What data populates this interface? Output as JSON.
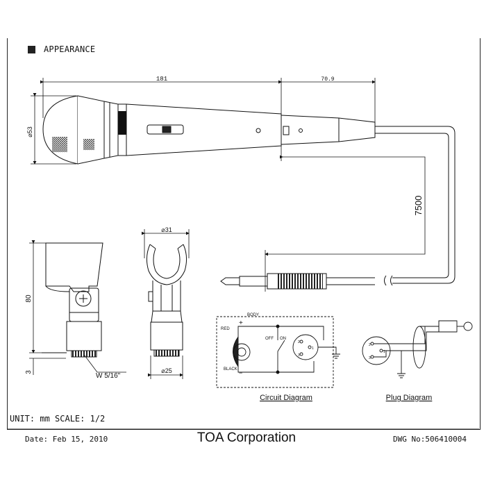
{
  "section_title": "APPEARANCE",
  "dimensions": {
    "overall_length": "181",
    "cable_plug_length": "70.9",
    "head_diameter": "⌀53",
    "cable_length": "7500",
    "holder_height": "80",
    "holder_base": "3",
    "holder_width": "⌀31",
    "holder_base_width": "⌀25",
    "thread": "W 5/16\""
  },
  "brand_mark": "TOA",
  "switch_marks": {
    "left": "OFF",
    "right": "ON"
  },
  "circuit": {
    "title": "Circuit Diagram",
    "body_label": "BODY",
    "red_label": "RED",
    "black_label": "BLACK",
    "plus_label": "+",
    "minus_label": "−",
    "off_label": "OFF",
    "on_label": "ON",
    "pins": [
      "2",
      "1",
      "3"
    ]
  },
  "plug": {
    "title": "Plug Diagram",
    "pins": [
      "2",
      "1",
      "3"
    ]
  },
  "footer": {
    "unit_scale": "UNIT: mm  SCALE: 1/2",
    "date": "Date: Feb 15, 2010",
    "company": "TOA Corporation",
    "drawing_no": "DWG No:506410004"
  }
}
